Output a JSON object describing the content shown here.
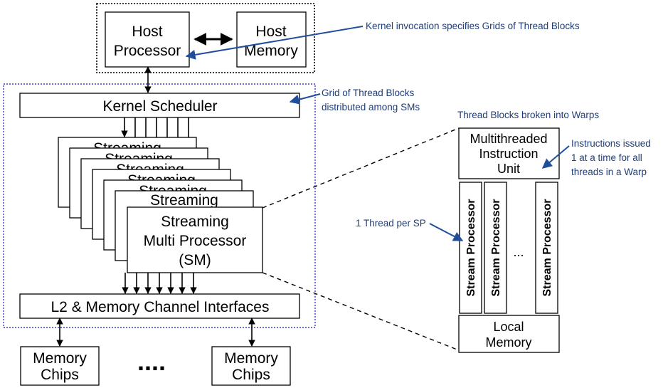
{
  "host": {
    "processor_lines": [
      "Host",
      "Processor"
    ],
    "memory_lines": [
      "Host",
      "Memory"
    ]
  },
  "kernel_scheduler": "Kernel Scheduler",
  "sm_stack": {
    "back_label": "Streaming",
    "front_lines": [
      "Streaming",
      "Multi Processor",
      "(SM)"
    ]
  },
  "l2_interface": "L2 & Memory Channel Interfaces",
  "memory_chips": {
    "left_lines": [
      "Memory",
      "Chips"
    ],
    "right_lines": [
      "Memory",
      "Chips"
    ],
    "ellipsis": "...."
  },
  "sm_detail": {
    "instruction_unit_lines": [
      "Multithreaded",
      "Instruction",
      "Unit"
    ],
    "stream_processor": "Stream Processor",
    "sp_ellipsis": "...",
    "local_memory_lines": [
      "Local",
      "Memory"
    ]
  },
  "annotations": {
    "kernel_invocation": "Kernel invocation specifies Grids of Thread Blocks",
    "grid_lines": [
      "Grid of Thread Blocks",
      "distributed among SMs"
    ],
    "warps": "Thread Blocks broken into Warps",
    "instructions_lines": [
      "Instructions issued",
      "1 at a time for all",
      "threads in a Warp"
    ],
    "thread_per_sp": "1 Thread per SP"
  },
  "colors": {
    "annotation_text": "#1f3d7a",
    "annotation_arrow": "#1f4e9c",
    "gpu_boundary": "#3a3ad0"
  }
}
